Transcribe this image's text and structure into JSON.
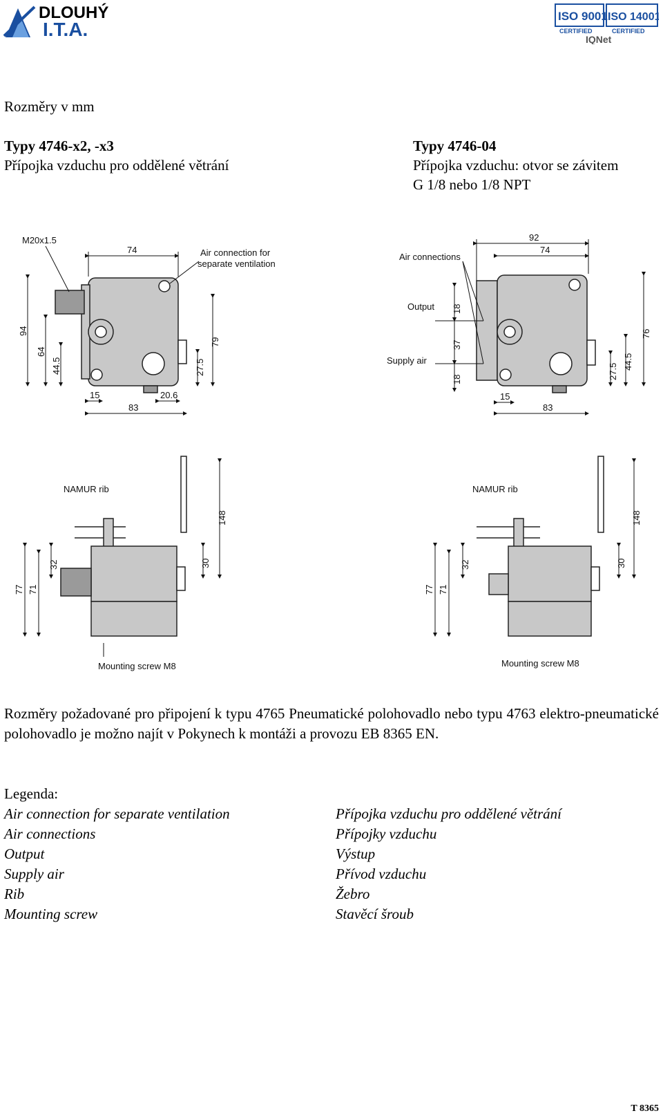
{
  "header": {
    "company_logo_line1": "DLOUHÝ",
    "company_logo_line2": "I.T.A.",
    "cert_logo_iso9001": "ISO 9001",
    "cert_logo_iso14001": "ISO 14001",
    "cert_logo_certified": "CERTIFIED",
    "cert_logo_ionet": "IQNet"
  },
  "units_note": "Rozměry v mm",
  "left_type": {
    "title": "Typy 4746-x2, -x3",
    "subtitle": "Přípojka vzduchu pro oddělené větrání"
  },
  "right_type": {
    "title": "Typy 4746-04",
    "subtitle_line1": "Přípojka vzduchu: otvor se závitem",
    "subtitle_line2": "G 1/8 nebo 1/8 NPT"
  },
  "drawing": {
    "top_left": {
      "m20": "M20x1.5",
      "air_line1": "Air connection for",
      "air_line2": "separate ventilation",
      "d74": "74",
      "d94": "94",
      "d64": "64",
      "d445": "44.5",
      "d79": "79",
      "d275": "27.5",
      "d15": "15",
      "d206": "20.6",
      "d83": "83"
    },
    "top_right": {
      "air_connections": "Air connections",
      "output": "Output",
      "supply_air": "Supply air",
      "d92": "92",
      "d74": "74",
      "d18a": "18",
      "d37": "37",
      "d18b": "18",
      "d76": "76",
      "d445": "44.5",
      "d275": "27.5",
      "d15": "15",
      "d83": "83"
    },
    "bottom_left": {
      "namur": "NAMUR rib",
      "d148": "148",
      "d32": "32",
      "d30": "30",
      "d77": "77",
      "d71": "71",
      "mounting": "Mounting screw M8"
    },
    "bottom_right": {
      "namur": "NAMUR rib",
      "d148": "148",
      "d32": "32",
      "d30": "30",
      "d77": "77",
      "d71": "71",
      "mounting": "Mounting screw M8"
    }
  },
  "paragraph": "Rozměry požadované pro připojení k typu 4765 Pneumatické polohovadlo nebo typu 4763 elektro-pneumatické polohovadlo  je možno najít v Pokynech k montáži a provozu EB 8365 EN.",
  "legend": {
    "heading": "Legenda:",
    "english": [
      "Air connection for separate ventilation",
      "Air connections",
      "Output",
      "Supply air",
      "Rib",
      "Mounting screw"
    ],
    "czech": [
      "Přípojka vzduchu pro oddělené větrání",
      "Přípojky vzduchu",
      "Výstup",
      "Přívod vzduchu",
      "Žebro",
      "Stavěcí šroub"
    ]
  },
  "footer": {
    "doc_code": "T 8365"
  },
  "colors": {
    "brand_blue": "#1a4fa0",
    "housing_gray": "#c8c8c8"
  }
}
